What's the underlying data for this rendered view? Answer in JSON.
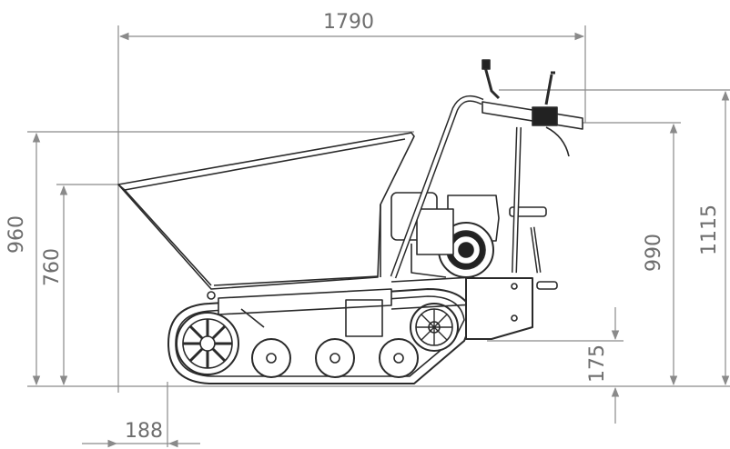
{
  "dimensions": {
    "overall_length": "1790",
    "overall_height_hopper": "960",
    "hopper_loading_height": "760",
    "handle_height": "990",
    "overall_height_handle": "1115",
    "ground_clearance_rear": "175",
    "front_overhang": "188"
  },
  "colors": {
    "line": "#2a2a2a",
    "dimension": "#8a8a8a",
    "text": "#6e6e6e"
  }
}
